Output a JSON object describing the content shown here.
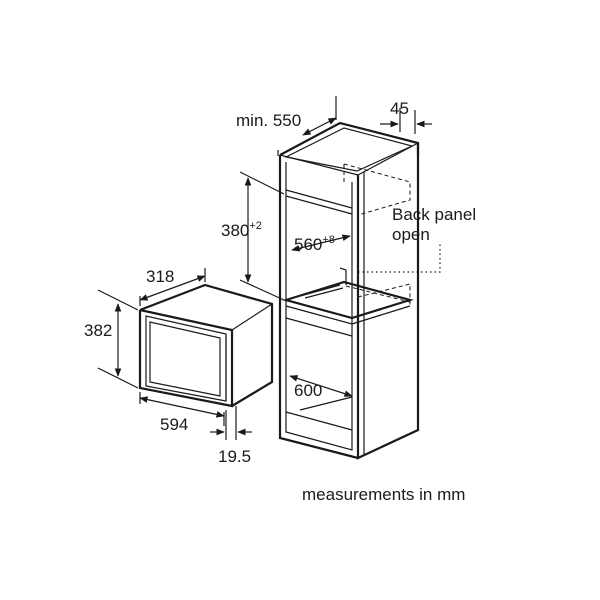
{
  "dimensions": {
    "min_depth": "min. 550",
    "panel_gap": "45",
    "niche_height": "380",
    "niche_height_tol": "+2",
    "niche_width": "560",
    "niche_width_tol": "+8",
    "back_panel_line1": "Back panel",
    "back_panel_line2": "open",
    "appliance_depth": "318",
    "appliance_height": "382",
    "appliance_width": "594",
    "front_thickness": "19.5",
    "cabinet_depth": "600"
  },
  "caption": "measurements in mm"
}
